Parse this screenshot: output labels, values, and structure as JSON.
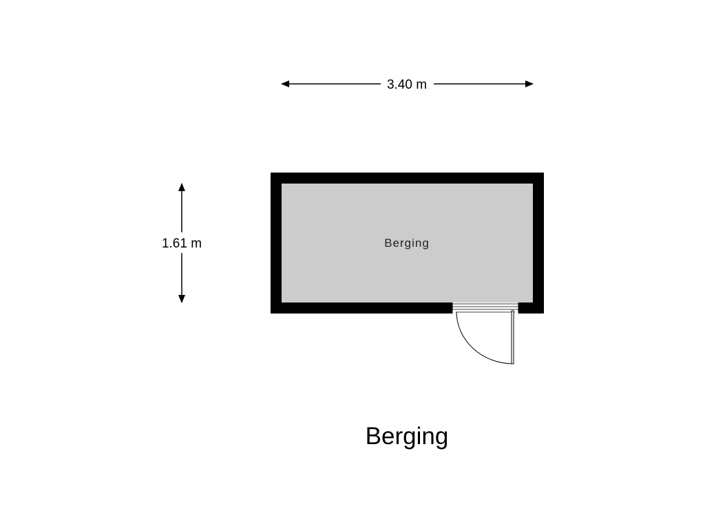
{
  "plan": {
    "dimensions": {
      "width_label": "3.40 m",
      "depth_label": "1.61 m"
    },
    "room": {
      "name": "Berging"
    },
    "title": "Berging",
    "colors": {
      "wall": "#000000",
      "floor": "#cccccc",
      "background": "#ffffff"
    }
  }
}
